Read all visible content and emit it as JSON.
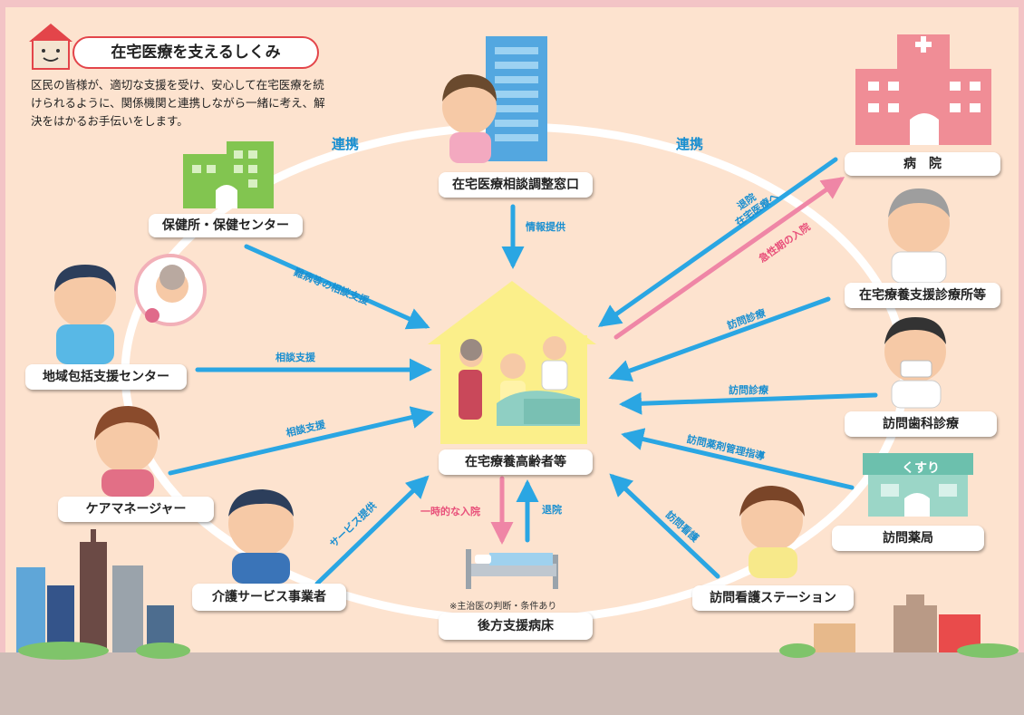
{
  "header": {
    "title": "在宅医療を支えるしくみ",
    "description": "区民の皆様が、適切な支援を受け、安心して在宅医療を続けられるように、関係機関と連携しながら一緒に考え、解決をはかるお手伝いをします。"
  },
  "nodes": {
    "center": "在宅療養高齢者等",
    "consult": "在宅医療相談調整窓口",
    "health_center": "保健所・保健センター",
    "community_center": "地域包括支援センター",
    "care_manager": "ケアマネージャー",
    "care_service": "介護サービス事業者",
    "backup_bed": "後方支援病床",
    "visiting_nurse": "訪問看護ステーション",
    "pharmacy": "訪問薬局",
    "dental": "訪問歯科診療",
    "clinic": "在宅療養支援診療所等",
    "hospital": "病　院"
  },
  "edges": {
    "info": "情報提供",
    "difficult_case": "難病等の相談支援",
    "consult_support_1": "相談支援",
    "consult_support_2": "相談支援",
    "service": "サービス提供",
    "temp_admission": "一時的な入院",
    "discharge": "退院",
    "visit_nursing": "訪問看護",
    "pharma_guidance": "訪問薬剤管理指導",
    "dental_visit": "訪問診療",
    "clinic_visit": "訪問診療",
    "discharge_home_1": "退院",
    "discharge_home_2": "在宅医療へ",
    "acute_admission": "急性期の入院",
    "link_left": "連携",
    "link_right": "連携"
  },
  "labels": {
    "pharmacy_sign": "くすり",
    "note": "※主治医の判断・条件あり"
  },
  "colors": {
    "blue": "#2aa6e3",
    "pink": "#ef86a6",
    "red": "#e3454a",
    "green": "#7cc34a"
  },
  "icons": [
    "house-icon",
    "hospital-icon",
    "pharmacy-icon",
    "health-center-icon",
    "bed-icon",
    "city-skyline-icon"
  ]
}
